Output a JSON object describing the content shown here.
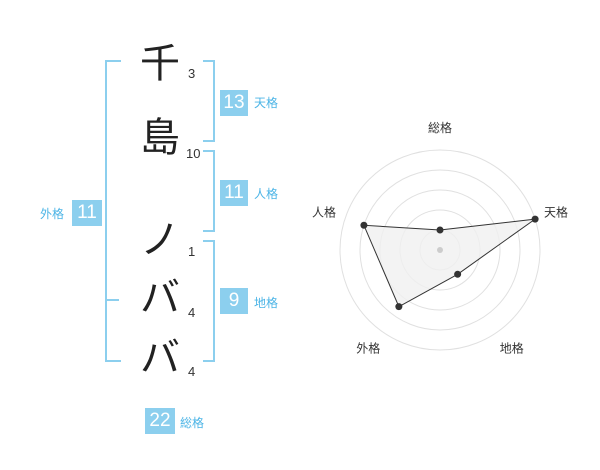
{
  "name": {
    "chars": [
      {
        "char": "千",
        "strokes": "3"
      },
      {
        "char": "島",
        "strokes": "10"
      },
      {
        "char": "ノ",
        "strokes": "1"
      },
      {
        "char": "バ",
        "strokes": "4"
      },
      {
        "char": "バ",
        "strokes": "4"
      }
    ]
  },
  "kaku": {
    "tenkaku": {
      "value": "13",
      "label": "天格"
    },
    "jinkaku": {
      "value": "11",
      "label": "人格"
    },
    "chikaku": {
      "value": "9",
      "label": "地格"
    },
    "gaikaku": {
      "value": "11",
      "label": "外格"
    },
    "soukaku": {
      "value": "22",
      "label": "総格"
    }
  },
  "chart_data": {
    "type": "radar",
    "axes": [
      "総格",
      "天格",
      "地格",
      "外格",
      "人格"
    ],
    "rings": 5,
    "max": 5,
    "values": [
      1,
      5,
      1.5,
      3.5,
      4
    ],
    "colors": {
      "ring": "#e0e0e0",
      "fill": "#f0f0f0",
      "line": "#333333",
      "point": "#333333",
      "center": "#cccccc"
    }
  }
}
